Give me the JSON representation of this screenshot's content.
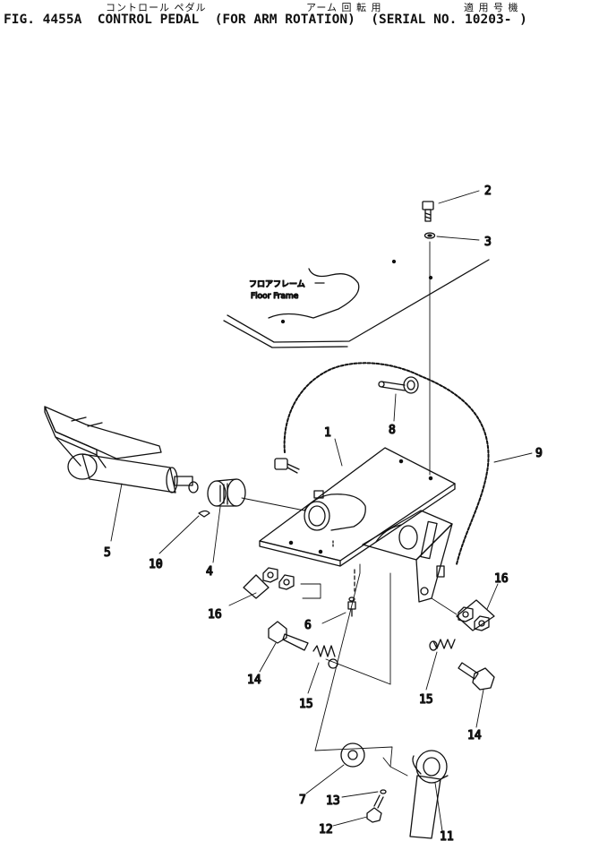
{
  "header": {
    "jp_part": "コントロール ペダル",
    "jp_arm": "アーム 回 転 用",
    "jp_serial": "適 用 号 機",
    "title": "FIG. 4455A  CONTROL PEDAL  (FOR ARM ROTATION)  (SERIAL NO. 10203- )"
  },
  "floor_frame": {
    "jp": "フロアフレーム",
    "en": "Floor Frame"
  },
  "callouts": {
    "c1": "1",
    "c2": "2",
    "c3": "3",
    "c4": "4",
    "c5": "5",
    "c6": "6",
    "c7": "7",
    "c8": "8",
    "c9": "9",
    "c10": "10",
    "c11": "11",
    "c12": "12",
    "c13": "13",
    "c14a": "14",
    "c14b": "14",
    "c15a": "15",
    "c15b": "15",
    "c16a": "16",
    "c16b": "16"
  }
}
